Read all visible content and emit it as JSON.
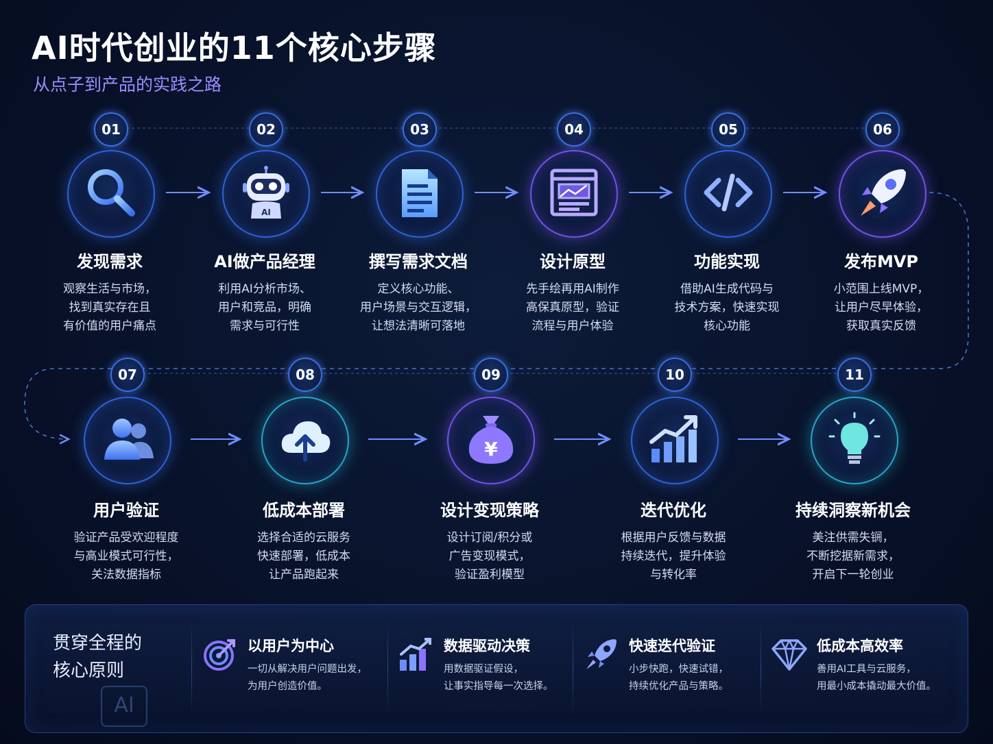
{
  "title": "AI时代创业的11个核心步骤",
  "subtitle": "从点子到产品的实践之路",
  "steps": [
    {
      "num": "01",
      "title": "发现需求",
      "desc": [
        "观察生活与市场，",
        "找到真实存在且",
        "有价值的用户痛点"
      ],
      "icon": "search-icon",
      "color": "blue"
    },
    {
      "num": "02",
      "title": "AI做产品经理",
      "desc": [
        "利用AI分析市场、",
        "用户和竞品，明确",
        "需求与可行性"
      ],
      "icon": "robot-icon",
      "color": "blue"
    },
    {
      "num": "03",
      "title": "撰写需求文档",
      "desc": [
        "定义核心功能、",
        "用户场景与交互逻辑，",
        "让想法清晰可落地"
      ],
      "icon": "document-icon",
      "color": "blue"
    },
    {
      "num": "04",
      "title": "设计原型",
      "desc": [
        "先手绘再用AI制作",
        "高保真原型，验证",
        "流程与用户体验"
      ],
      "icon": "wireframe-icon",
      "color": "purple"
    },
    {
      "num": "05",
      "title": "功能实现",
      "desc": [
        "借助AI生成代码与",
        "技术方案，快速实现",
        "核心功能"
      ],
      "icon": "code-icon",
      "color": "blue"
    },
    {
      "num": "06",
      "title": "发布MVP",
      "desc": [
        "小范围上线MVP，",
        "让用户尽早体验，",
        "获取真实反馈"
      ],
      "icon": "rocket-icon",
      "color": "purple"
    },
    {
      "num": "07",
      "title": "用户验证",
      "desc": [
        "验证产品受欢迎程度",
        "与高业模式可行性，",
        "关法数据指标"
      ],
      "icon": "users-icon",
      "color": "blue"
    },
    {
      "num": "08",
      "title": "低成本部署",
      "desc": [
        "选择合适的云服务",
        "快速部署，低成本",
        "让产品跑起来"
      ],
      "icon": "cloud-upload-icon",
      "color": "teal"
    },
    {
      "num": "09",
      "title": "设计变现策略",
      "desc": [
        "设计订阅/积分或",
        "广告变现模式，",
        "验证盈利模型"
      ],
      "icon": "money-bag-icon",
      "color": "purple"
    },
    {
      "num": "10",
      "title": "迭代优化",
      "desc": [
        "根据用户反馈与数据",
        "持续迭代，提升体验",
        "与转化率"
      ],
      "icon": "growth-chart-icon",
      "color": "blue"
    },
    {
      "num": "11",
      "title": "持续洞察新机会",
      "desc": [
        "美注供需失锎，",
        "不断挖据新需求，",
        "开启下一轮创业"
      ],
      "icon": "lightbulb-icon",
      "color": "teal"
    }
  ],
  "principles_panel": {
    "title_lines": [
      "贯穿全程的",
      "核心原则"
    ],
    "watermark": "AI",
    "items": [
      {
        "title": "以用户为中心",
        "desc": [
          "一切从解决用户问题出发，",
          "为用户创造价值。"
        ],
        "icon": "target-icon"
      },
      {
        "title": "数据驱动决策",
        "desc": [
          "用数据驱证假设，",
          "让事实指导每一次选择。"
        ],
        "icon": "bar-chart-icon"
      },
      {
        "title": "快速迭代验证",
        "desc": [
          "小步快跑，快速试错，",
          "持续优化产品与策略。"
        ],
        "icon": "rocket-icon"
      },
      {
        "title": "低成本高效率",
        "desc": [
          "善用AI工具与云服务，",
          "用最小成本撬动最大价值。"
        ],
        "icon": "diamond-icon"
      }
    ]
  },
  "colors": {
    "accent_blue": "#3b7bff",
    "accent_purple": "#8a6cff",
    "accent_teal": "#3cc8e0",
    "background": "#07102a"
  }
}
